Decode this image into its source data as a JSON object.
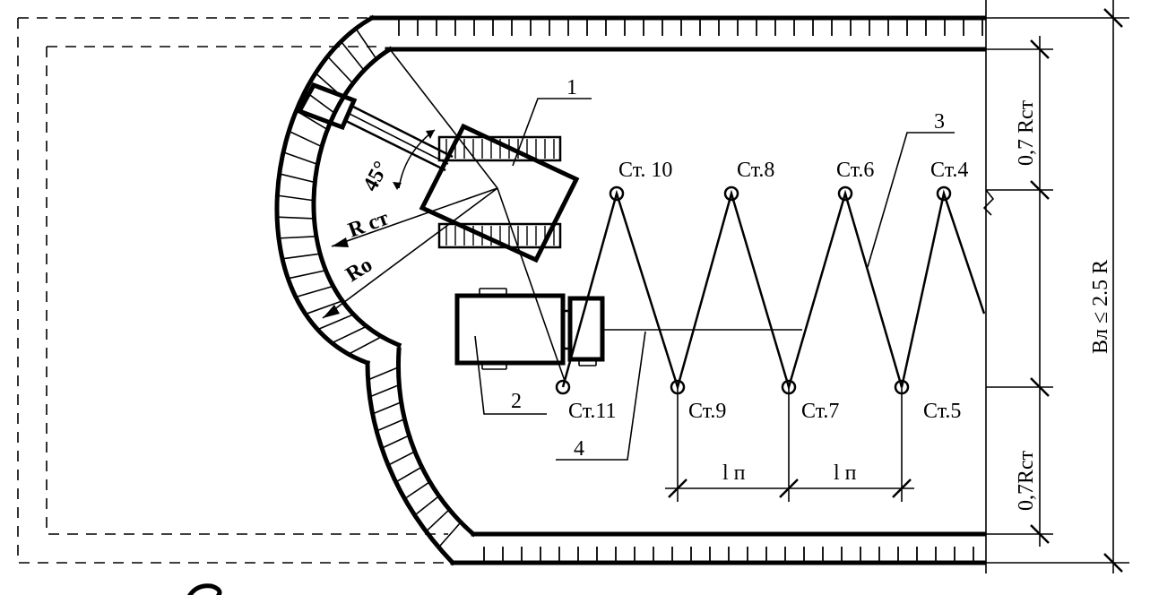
{
  "labels": {
    "machine": "1",
    "truck": "2",
    "path": "3",
    "axis": "4",
    "angle": "45°",
    "r_st": "R ст",
    "r_o": "Ro",
    "dim_top": "0,7 Rст",
    "dim_mid": "Вл ≤ 2.5 R",
    "dim_bottom": "0,7Rст",
    "step1": "l п",
    "step2": "l п"
  },
  "stations_top": [
    {
      "id": "st10",
      "label": "Ст. 10"
    },
    {
      "id": "st8",
      "label": "Ст.8"
    },
    {
      "id": "st6",
      "label": "Ст.6"
    },
    {
      "id": "st4",
      "label": "Ст.4"
    }
  ],
  "stations_bottom": [
    {
      "id": "st11",
      "label": "Ст.11"
    },
    {
      "id": "st9",
      "label": "Ст.9"
    },
    {
      "id": "st7",
      "label": "Ст.7"
    },
    {
      "id": "st5",
      "label": "Ст.5"
    }
  ]
}
